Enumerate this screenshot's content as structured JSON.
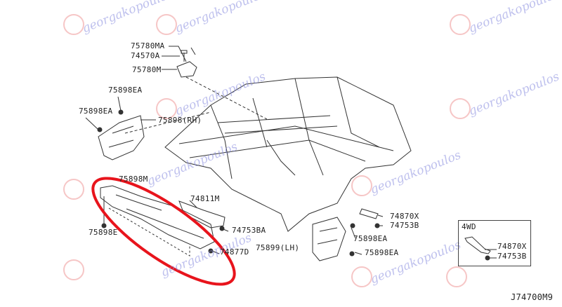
{
  "diagram_code": "J74700M9",
  "watermark": "georgakopoulos",
  "highlight_color": "#e8141c",
  "labels": {
    "p75780MA": "75780MA",
    "p74570A": "74570A",
    "p75780M": "75780M",
    "p75898EA_top": "75898EA",
    "p75898EA_left": "75898EA",
    "p75898RH": "75898(RH)",
    "p75898M": "75898M",
    "p74811M": "74811M",
    "p75898E": "75898E",
    "p74753BA": "74753BA",
    "p74877D": "74877D",
    "p75899LH": "75899(LH)",
    "p74870X": "74870X",
    "p74753B": "74753B",
    "p75898EA_r1": "75898EA",
    "p75898EA_r2": "75898EA"
  },
  "inset": {
    "title": "4WD",
    "p74870X": "74870X",
    "p74753B": "74753B"
  }
}
